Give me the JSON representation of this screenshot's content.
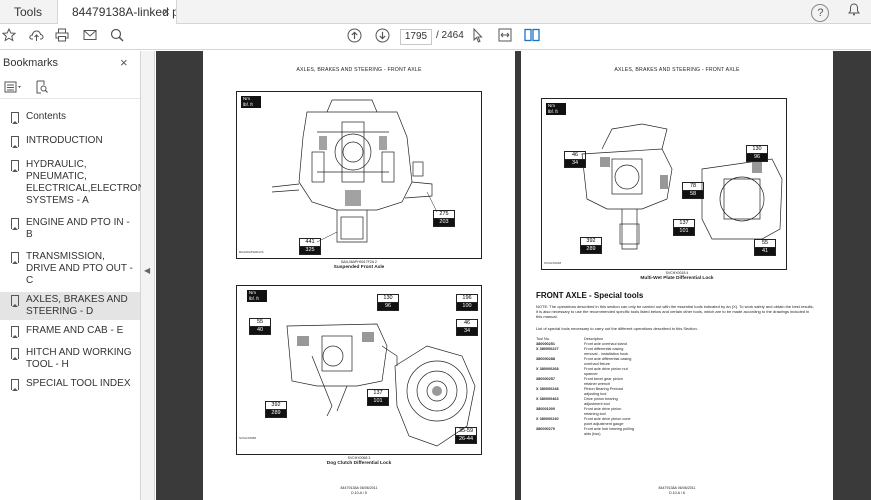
{
  "tabs": {
    "tools": "Tools",
    "document": "84479138A-linked p...",
    "close": "×",
    "help": "?",
    "bell": "🔔"
  },
  "toolbar": {
    "page_current": "1795",
    "page_total": "/ 2464"
  },
  "sidebar": {
    "title": "Bookmarks",
    "close": "×",
    "items": [
      {
        "label": "Contents"
      },
      {
        "label": "INTRODUCTION"
      },
      {
        "label": "HYDRAULIC, PNEUMATIC, ELECTRICAL,ELECTRONIC SYSTEMS - A"
      },
      {
        "label": "ENGINE AND PTO IN - B"
      },
      {
        "label": "TRANSMISSION, DRIVE AND PTO OUT - C"
      },
      {
        "label": "AXLES, BRAKES AND STEERING - D"
      },
      {
        "label": "FRAME AND CAB - E"
      },
      {
        "label": "HITCH AND WORKING TOOL - H"
      },
      {
        "label": "SPECIAL TOOL INDEX"
      }
    ]
  },
  "left_page": {
    "header": "AXLES, BRAKES AND STEERING - FRONT AXLE",
    "fig1": {
      "nm_top": "Nm",
      "nm_bot": "lbf. ft",
      "v1_top": "275",
      "v1_bot": "203",
      "v2_top": "441",
      "v2_bot": "325",
      "caption": "Suspended Front Axle",
      "id": "BAIL06APH0017A",
      "ref": "BAIL06APH0017F2A   2"
    },
    "fig2": {
      "nm_top": "Nm",
      "nm_bot": "lbf. ft",
      "v1_top": "55",
      "v1_bot": "40",
      "v2_top": "130",
      "v2_bot": "96",
      "v3_top": "196",
      "v3_bot": "100",
      "v4_top": "46",
      "v4_bot": "34",
      "v5_top": "137",
      "v5_bot": "101",
      "v6_top": "392",
      "v6_bot": "289",
      "v7_top": "35-59",
      "v7_bot": "26-44",
      "caption": "Dog Clutch Differential Lock",
      "id": "SVCHX0068",
      "ref": "SVCHX0068   3"
    },
    "footer_1": "84479138A 06/06/2011",
    "footer_2": "D.10.A / 5"
  },
  "right_page": {
    "header": "AXLES, BRAKES AND STEERING - FRONT AXLE",
    "fig": {
      "nm_top": "Nm",
      "nm_bot": "lbf. ft",
      "v1_top": "46",
      "v1_bot": "34",
      "v2_top": "130",
      "v2_bot": "96",
      "v3_top": "78",
      "v3_bot": "58",
      "v4_top": "137",
      "v4_bot": "101",
      "v5_top": "392",
      "v5_bot": "289",
      "v6_top": "55",
      "v6_bot": "41",
      "caption": "Multi-Wet Plate Differential Lock",
      "id": "SVCHX0018",
      "ref": "SVCHX0018   4"
    },
    "section_title": "FRONT AXLE - Special tools",
    "note": "NOTE: The operations described in this section can only be carried out with the essential tools indicated by an (X). To work safely and obtain the best results, it is also necessary to use the recommended specific tools listed below and certain other tools, which are to be made according to the drawings included in this manual.",
    "list_intro": "List of special tools necessary to carry out the different operations described in this Section.",
    "table_header": {
      "no": "Tool No.",
      "desc": "Description"
    },
    "tools": [
      {
        "no": "380000251",
        "desc": "Front axle overhaul stand"
      },
      {
        "no": "X 380000227",
        "desc": "Front differential casing"
      },
      {
        "no": "",
        "desc": "removal - installation hook"
      },
      {
        "no": "380000288",
        "desc": "Front axle differential casing"
      },
      {
        "no": "",
        "desc": "overhaul fixture"
      },
      {
        "no": "X 380000268",
        "desc": "Front axle drive pinion nut"
      },
      {
        "no": "",
        "desc": "spanner"
      },
      {
        "no": "380000257",
        "desc": "Front bevel gear pinion"
      },
      {
        "no": "",
        "desc": "retainer wrench"
      },
      {
        "no": "X 380000248",
        "desc": "Pinion Bearing Preload"
      },
      {
        "no": "",
        "desc": "adjusting tool"
      },
      {
        "no": "X 380000463",
        "desc": "Drive pinion bearing"
      },
      {
        "no": "",
        "desc": "adjustment tool"
      },
      {
        "no": "380001000",
        "desc": "Front axle drive pinion"
      },
      {
        "no": "",
        "desc": "retaining tool"
      },
      {
        "no": "X 380000240",
        "desc": "Front axle drive pinion cone"
      },
      {
        "no": "",
        "desc": "point adjustment gauge"
      },
      {
        "no": "380000270",
        "desc": "Front axle hub bearing pulling"
      },
      {
        "no": "",
        "desc": "aids (two)"
      }
    ],
    "footer_1": "84479138A 06/06/2011",
    "footer_2": "D.10.A / 6"
  }
}
